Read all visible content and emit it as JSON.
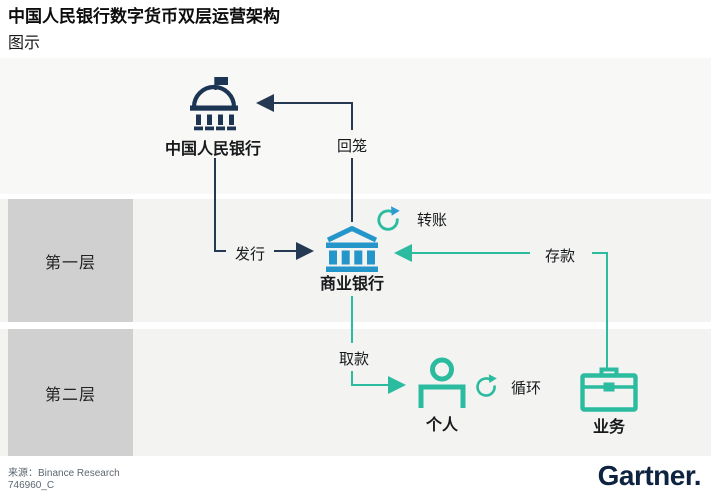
{
  "header": {
    "title": "中国人民银行数字货币双层运营架构",
    "subtitle": "图示"
  },
  "diagram": {
    "layers": [
      {
        "label": "第一层"
      },
      {
        "label": "第二层"
      }
    ],
    "nodes": {
      "central_bank": {
        "label": "中国人民银行",
        "icon": "government-building-icon"
      },
      "commercial_bank": {
        "label": "商业银行",
        "icon": "bank-building-icon"
      },
      "individual": {
        "label": "个人",
        "icon": "person-icon"
      },
      "business": {
        "label": "业务",
        "icon": "briefcase-icon"
      }
    },
    "flows": [
      {
        "label": "回笼",
        "from": "commercial_bank",
        "to": "central_bank"
      },
      {
        "label": "发行",
        "from": "central_bank",
        "to": "commercial_bank"
      },
      {
        "label": "转账",
        "type": "loop",
        "at": "commercial_bank",
        "icon": "circular-arrow-icon"
      },
      {
        "label": "存款",
        "from": "business",
        "to": "commercial_bank"
      },
      {
        "label": "取款",
        "from": "commercial_bank",
        "to": "individual"
      },
      {
        "label": "循环",
        "type": "loop",
        "at": "individual",
        "icon": "circular-arrow-icon"
      }
    ],
    "colors": {
      "navy": "#253a52",
      "blue": "#2496c9",
      "teal": "#2bbb9e",
      "layer_box_gray": "#d0d0d0"
    }
  },
  "footer": {
    "source": "来源：Binance Research",
    "doc_id": "746960_C",
    "brand": "Gartner."
  }
}
